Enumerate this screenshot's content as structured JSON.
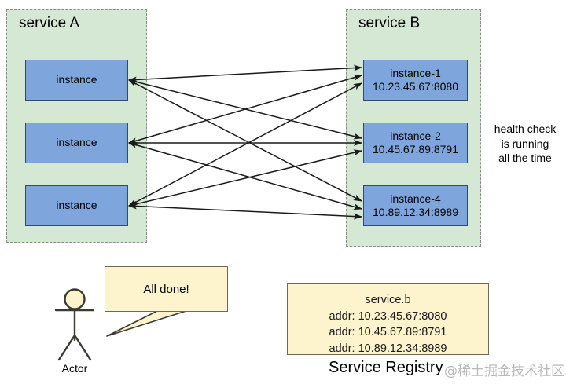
{
  "diagram": {
    "title_service_a": "service A",
    "title_service_b": "service B",
    "health_check_note": [
      "health check",
      "is running",
      "all the time"
    ],
    "watermark": "@稀土掘金技术社区"
  },
  "service_a": {
    "label": "service A",
    "instances": [
      {
        "name": "instance"
      },
      {
        "name": "instance"
      },
      {
        "name": "instance"
      }
    ]
  },
  "service_b": {
    "label": "service B",
    "instances": [
      {
        "name": "instance-1",
        "addr": "10.23.45.67:8080"
      },
      {
        "name": "instance-2",
        "addr": "10.45.67.89:8791"
      },
      {
        "name": "instance-4",
        "addr": "10.89.12.34:8989"
      }
    ]
  },
  "health_check": {
    "line1": "health check",
    "line2": "is running",
    "line3": "all the time"
  },
  "actor": {
    "label": "Actor",
    "speech": "All done!"
  },
  "registry": {
    "caption": "Service Registry",
    "service_name": "service.b",
    "addresses": [
      "addr: 10.23.45.67:8080",
      "addr: 10.45.67.89:8791",
      "addr: 10.89.12.34:8989"
    ]
  },
  "colors": {
    "group_fill": "#d5e8d4",
    "node_fill": "#7ea6dc",
    "node_stroke": "#2f4a6d",
    "yellow_fill": "#fdf3cd",
    "yellow_stroke": "#6b6b54",
    "edge": "#1a1a1a",
    "watermark": "#b9b9b9"
  }
}
